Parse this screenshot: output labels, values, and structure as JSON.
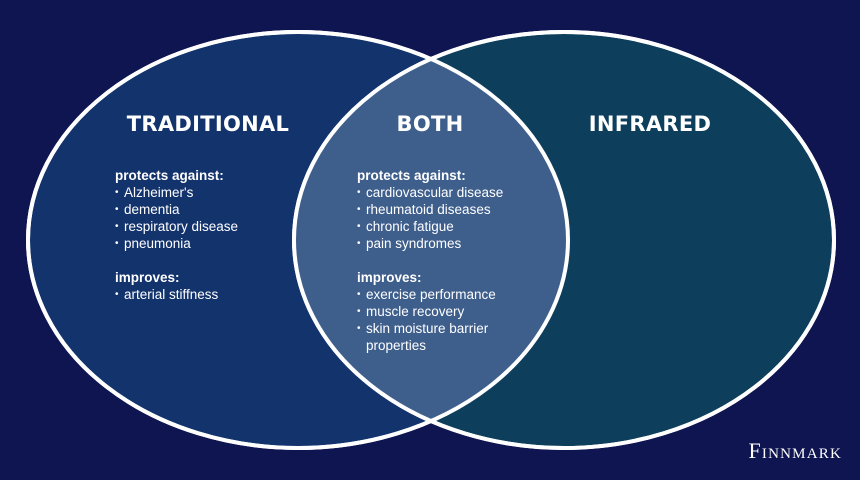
{
  "colors": {
    "background": "#0e1550",
    "left_circle": "#13336d",
    "right_circle": "#0d3e5c",
    "overlap": "#3e5e8c",
    "outline": "#ffffff"
  },
  "diagram": {
    "left": {
      "title": "TRADITIONAL",
      "protects_label": "protects against:",
      "protects": [
        "Alzheimer's",
        "dementia",
        "respiratory disease",
        "pneumonia"
      ],
      "improves_label": "improves:",
      "improves": [
        "arterial stiffness"
      ]
    },
    "both": {
      "title": "BOTH",
      "protects_label": "protects against:",
      "protects": [
        "cardiovascular disease",
        "rheumatoid diseases",
        "chronic fatigue",
        "pain syndromes"
      ],
      "improves_label": "improves:",
      "improves": [
        "exercise performance",
        "muscle recovery",
        "skin moisture barrier properties"
      ]
    },
    "right": {
      "title": "INFRARED"
    }
  },
  "brand": {
    "logo_text": "Finnmark"
  }
}
